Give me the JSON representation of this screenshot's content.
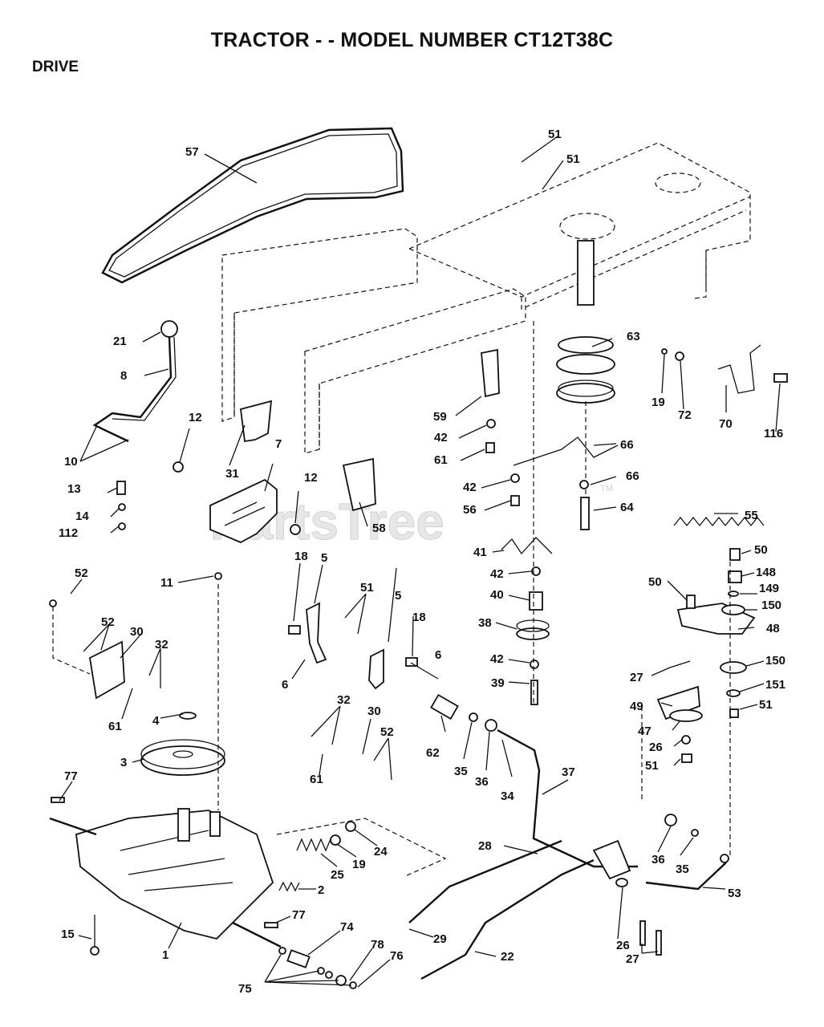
{
  "page": {
    "title": "TRACTOR - - MODEL NUMBER CT12T38C",
    "section": "DRIVE",
    "watermark": "PartsTree",
    "watermark_tm": "TM"
  },
  "callouts": [
    {
      "id": "57",
      "text": "57"
    },
    {
      "id": "51a",
      "text": "51"
    },
    {
      "id": "51b",
      "text": "51"
    },
    {
      "id": "21",
      "text": "21"
    },
    {
      "id": "8",
      "text": "8"
    },
    {
      "id": "12a",
      "text": "12"
    },
    {
      "id": "31",
      "text": "31"
    },
    {
      "id": "7",
      "text": "7"
    },
    {
      "id": "10",
      "text": "10"
    },
    {
      "id": "13",
      "text": "13"
    },
    {
      "id": "14",
      "text": "14"
    },
    {
      "id": "112",
      "text": "112"
    },
    {
      "id": "12b",
      "text": "12"
    },
    {
      "id": "58",
      "text": "58"
    },
    {
      "id": "63",
      "text": "63"
    },
    {
      "id": "19a",
      "text": "19"
    },
    {
      "id": "72",
      "text": "72"
    },
    {
      "id": "70",
      "text": "70"
    },
    {
      "id": "116",
      "text": "116"
    },
    {
      "id": "59",
      "text": "59"
    },
    {
      "id": "42a",
      "text": "42"
    },
    {
      "id": "61a",
      "text": "61"
    },
    {
      "id": "66a",
      "text": "66"
    },
    {
      "id": "42b",
      "text": "42"
    },
    {
      "id": "66b",
      "text": "66"
    },
    {
      "id": "56",
      "text": "56"
    },
    {
      "id": "64",
      "text": "64"
    },
    {
      "id": "55",
      "text": "55"
    },
    {
      "id": "41",
      "text": "41"
    },
    {
      "id": "42c",
      "text": "42"
    },
    {
      "id": "50a",
      "text": "50"
    },
    {
      "id": "148",
      "text": "148"
    },
    {
      "id": "50b",
      "text": "50"
    },
    {
      "id": "149",
      "text": "149"
    },
    {
      "id": "150a",
      "text": "150"
    },
    {
      "id": "48",
      "text": "48"
    },
    {
      "id": "52a",
      "text": "52"
    },
    {
      "id": "11",
      "text": "11"
    },
    {
      "id": "18a",
      "text": "18"
    },
    {
      "id": "5a",
      "text": "5"
    },
    {
      "id": "51c",
      "text": "51"
    },
    {
      "id": "5b",
      "text": "5"
    },
    {
      "id": "18b",
      "text": "18"
    },
    {
      "id": "40",
      "text": "40"
    },
    {
      "id": "38",
      "text": "38"
    },
    {
      "id": "42d",
      "text": "42"
    },
    {
      "id": "39",
      "text": "39"
    },
    {
      "id": "150b",
      "text": "150"
    },
    {
      "id": "27a",
      "text": "27"
    },
    {
      "id": "151",
      "text": "151"
    },
    {
      "id": "51d",
      "text": "51"
    },
    {
      "id": "52b",
      "text": "52"
    },
    {
      "id": "30a",
      "text": "30"
    },
    {
      "id": "32a",
      "text": "32"
    },
    {
      "id": "6a",
      "text": "6"
    },
    {
      "id": "6b",
      "text": "6"
    },
    {
      "id": "61b",
      "text": "61"
    },
    {
      "id": "49",
      "text": "49"
    },
    {
      "id": "47",
      "text": "47"
    },
    {
      "id": "26a",
      "text": "26"
    },
    {
      "id": "51e",
      "text": "51"
    },
    {
      "id": "4",
      "text": "4"
    },
    {
      "id": "32b",
      "text": "32"
    },
    {
      "id": "30b",
      "text": "30"
    },
    {
      "id": "52c",
      "text": "52"
    },
    {
      "id": "62",
      "text": "62"
    },
    {
      "id": "3",
      "text": "3"
    },
    {
      "id": "61c",
      "text": "61"
    },
    {
      "id": "35a",
      "text": "35"
    },
    {
      "id": "36a",
      "text": "36"
    },
    {
      "id": "34",
      "text": "34"
    },
    {
      "id": "37",
      "text": "37"
    },
    {
      "id": "77a",
      "text": "77"
    },
    {
      "id": "24",
      "text": "24"
    },
    {
      "id": "19b",
      "text": "19"
    },
    {
      "id": "25",
      "text": "25"
    },
    {
      "id": "28",
      "text": "28"
    },
    {
      "id": "36b",
      "text": "36"
    },
    {
      "id": "35b",
      "text": "35"
    },
    {
      "id": "2",
      "text": "2"
    },
    {
      "id": "53",
      "text": "53"
    },
    {
      "id": "77b",
      "text": "77"
    },
    {
      "id": "15",
      "text": "15"
    },
    {
      "id": "1",
      "text": "1"
    },
    {
      "id": "74",
      "text": "74"
    },
    {
      "id": "29",
      "text": "29"
    },
    {
      "id": "26b",
      "text": "26"
    },
    {
      "id": "78",
      "text": "78"
    },
    {
      "id": "76",
      "text": "76"
    },
    {
      "id": "22",
      "text": "22"
    },
    {
      "id": "27b",
      "text": "27"
    },
    {
      "id": "75",
      "text": "75"
    }
  ]
}
